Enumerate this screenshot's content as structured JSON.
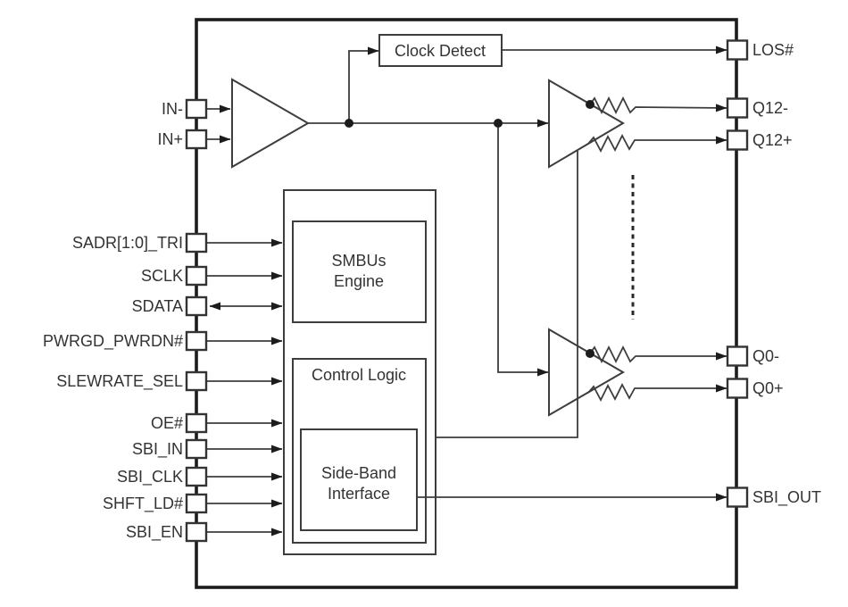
{
  "diagram": {
    "colors": {
      "line": "#3d3d3d",
      "chip_border": "#1c1c1c",
      "text": "#333333",
      "background": "#ffffff"
    },
    "blocks": {
      "clock_detect": {
        "label": "Clock Detect"
      },
      "smbus_engine": {
        "line1": "SMBUs",
        "line2": "Engine"
      },
      "control_logic": {
        "label": "Control Logic"
      },
      "sideband_interface": {
        "line1": "Side-Band",
        "line2": "Interface"
      }
    },
    "left_pins": [
      {
        "label": "IN-"
      },
      {
        "label": "IN+"
      },
      {
        "label": "SADR[1:0]_TRI"
      },
      {
        "label": "SCLK"
      },
      {
        "label": "SDATA"
      },
      {
        "label": "PWRGD_PWRDN#"
      },
      {
        "label": "SLEWRATE_SEL"
      },
      {
        "label": "OE#"
      },
      {
        "label": "SBI_IN"
      },
      {
        "label": "SBI_CLK"
      },
      {
        "label": "SHFT_LD#"
      },
      {
        "label": "SBI_EN"
      }
    ],
    "right_pins": [
      {
        "label": "LOS#"
      },
      {
        "label": "Q12-"
      },
      {
        "label": "Q12+"
      },
      {
        "label": "Q0-"
      },
      {
        "label": "Q0+"
      },
      {
        "label": "SBI_OUT"
      }
    ]
  }
}
